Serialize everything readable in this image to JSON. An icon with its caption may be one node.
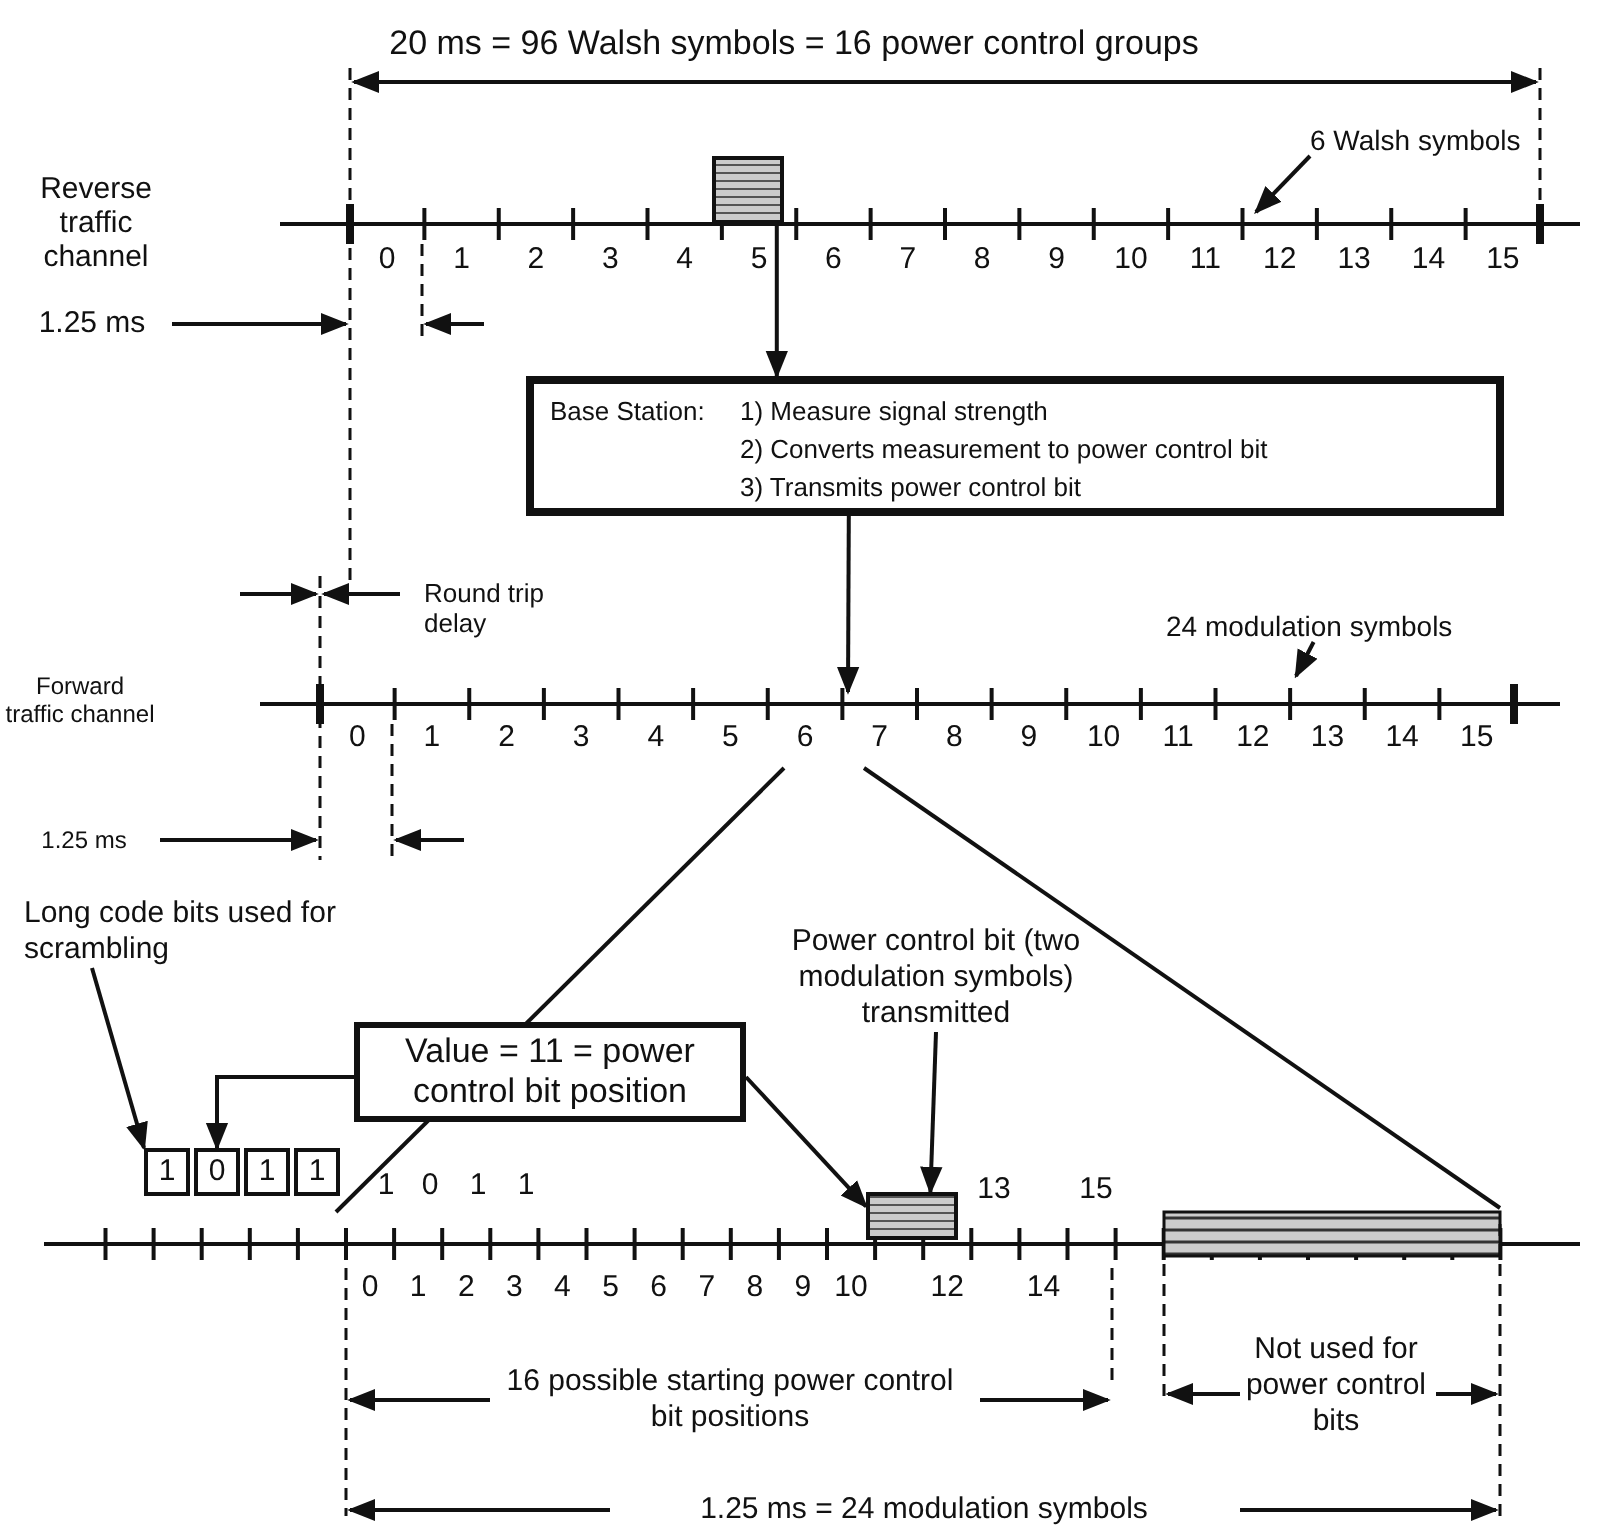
{
  "diagram": {
    "nodes": [
      {
        "text": [
          "6 Walsh symbols"
        ]
      },
      {
        "text": [],
        "shape": "box"
      },
      {
        "text": [
          "Base Station:",
          "1) Measure signal strength",
          "2) Converts measurement to power control bit",
          "3) Transmits power control bit"
        ]
      },
      {
        "text": [
          "24 modulation symbols"
        ]
      },
      {
        "text": [
          "Long code bits used for scrambling"
        ]
      },
      {
        "text": [
          "Power control bit (two modulation symbols) transmitted"
        ]
      },
      {
        "text": [
          "Value = 11 = power control bit position"
        ]
      },
      {
        "text": [
          "1"
        ]
      },
      {
        "text": [
          "0"
        ]
      },
      {
        "text": [
          "1"
        ]
      },
      {
        "text": [
          "1"
        ]
      },
      {
        "text": [],
        "shape": "box"
      }
    ],
    "edges": [
      {
        "from": 0,
        "to": null,
        "arrow": "to"
      },
      {
        "from": 1,
        "to": 2,
        "arrow": "to"
      },
      {
        "from": 2,
        "to": null,
        "arrow": "to"
      },
      {
        "from": 3,
        "to": null,
        "arrow": "to"
      },
      {
        "from": 4,
        "to": 7,
        "arrow": "to"
      },
      {
        "from": 5,
        "to": 11,
        "arrow": "to"
      },
      {
        "from": 6,
        "to": 8,
        "arrow": "to"
      },
      {
        "from": 6,
        "to": 11,
        "arrow": "to"
      }
    ],
    "labels": [
      "20 ms = 96 Walsh symbols = 16 power control groups",
      "Reverse traffic channel",
      "0",
      "1",
      "2",
      "3",
      "4",
      "5",
      "6",
      "7",
      "8",
      "9",
      "10",
      "11",
      "12",
      "13",
      "14",
      "15",
      "1.25 ms",
      "Round trip delay",
      "Forward traffic channel",
      "0",
      "1",
      "2",
      "3",
      "4",
      "5",
      "6",
      "7",
      "8",
      "9",
      "10",
      "11",
      "12",
      "13",
      "14",
      "15",
      "1.25 ms",
      "1",
      "0",
      "1",
      "1",
      "13",
      "15",
      "0",
      "1",
      "2",
      "3",
      "4",
      "5",
      "6",
      "7",
      "8",
      "9",
      "10",
      "12",
      "14",
      "16 possible starting power control bit positions",
      "Not used for power control bits",
      "1.25 ms = 24 modulation symbols"
    ]
  }
}
